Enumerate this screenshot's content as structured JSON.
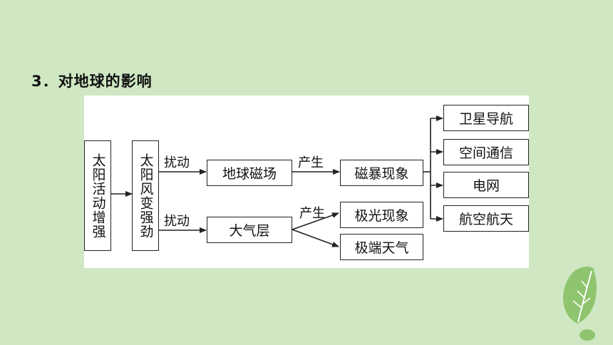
{
  "heading": "3．对地球的影响",
  "nodes": {
    "solar_activity": "太阳活动增强",
    "solar_wind": "太阳风变强劲",
    "geomagnetic_field": "地球磁场",
    "atmosphere": "大气层",
    "magnetic_storm": "磁暴现象",
    "aurora": "极光现象",
    "extreme_weather": "极端天气",
    "satellite_navigation": "卫星导航",
    "space_communication": "空间通信",
    "power_grid": "电网",
    "aerospace": "航空航天"
  },
  "edge_labels": {
    "disturb_top": "扰动",
    "disturb_bottom": "扰动",
    "produce_top": "产生",
    "produce_bottom": "产生"
  }
}
